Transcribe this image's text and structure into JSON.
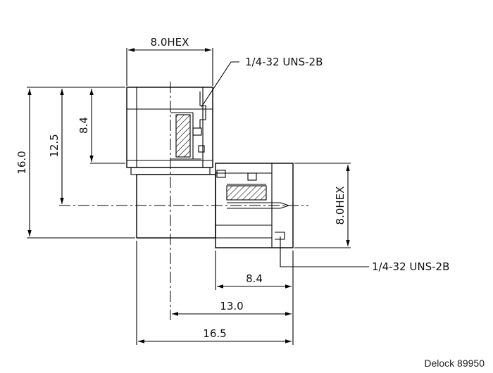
{
  "dimensions": {
    "hex_top": "8.0HEX",
    "thread_top": "1/4-32 UNS-2B",
    "height_total": "16.0",
    "height_center": "12.5",
    "height_hex": "8.4",
    "hex_right": "8.0HEX",
    "thread_right": "1/4-32 UNS-2B",
    "width_hex": "8.4",
    "width_center": "13.0",
    "width_total": "16.5"
  },
  "credit": "Delock 89950"
}
